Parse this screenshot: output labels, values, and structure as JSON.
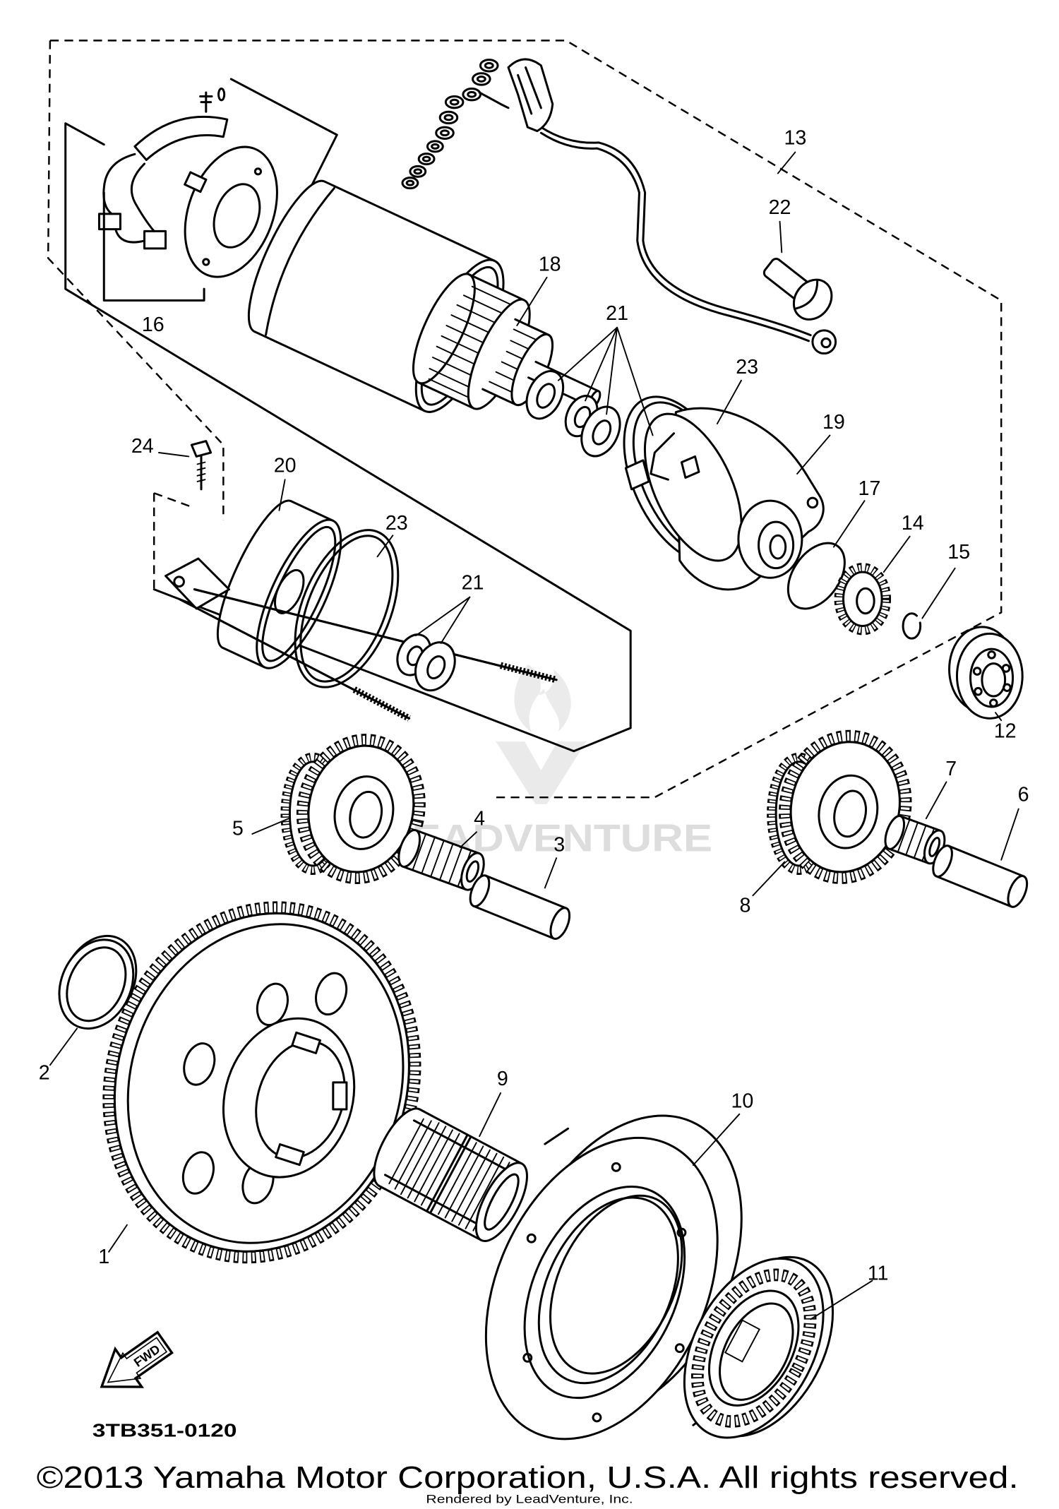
{
  "diagram": {
    "labels": [
      "13",
      "22",
      "18",
      "21",
      "16",
      "23",
      "19",
      "24",
      "20",
      "23",
      "17",
      "14",
      "15",
      "21",
      "12",
      "7",
      "6",
      "4",
      "5",
      "3",
      "8",
      "2",
      "9",
      "10",
      "11",
      "1"
    ],
    "diagram_code": "3TB351-0120",
    "fwd_label": "FWD",
    "watermark": "LEADVENTURE",
    "copyright": "©2013 Yamaha Motor Corporation, U.S.A. All rights reserved.",
    "rendered_by": "Rendered by LeadVenture, Inc."
  },
  "colors": {
    "line": "#000000",
    "background": "#ffffff",
    "watermark": "#d0d0d0"
  },
  "icons": {
    "direction": "fwd-arrow-icon"
  }
}
